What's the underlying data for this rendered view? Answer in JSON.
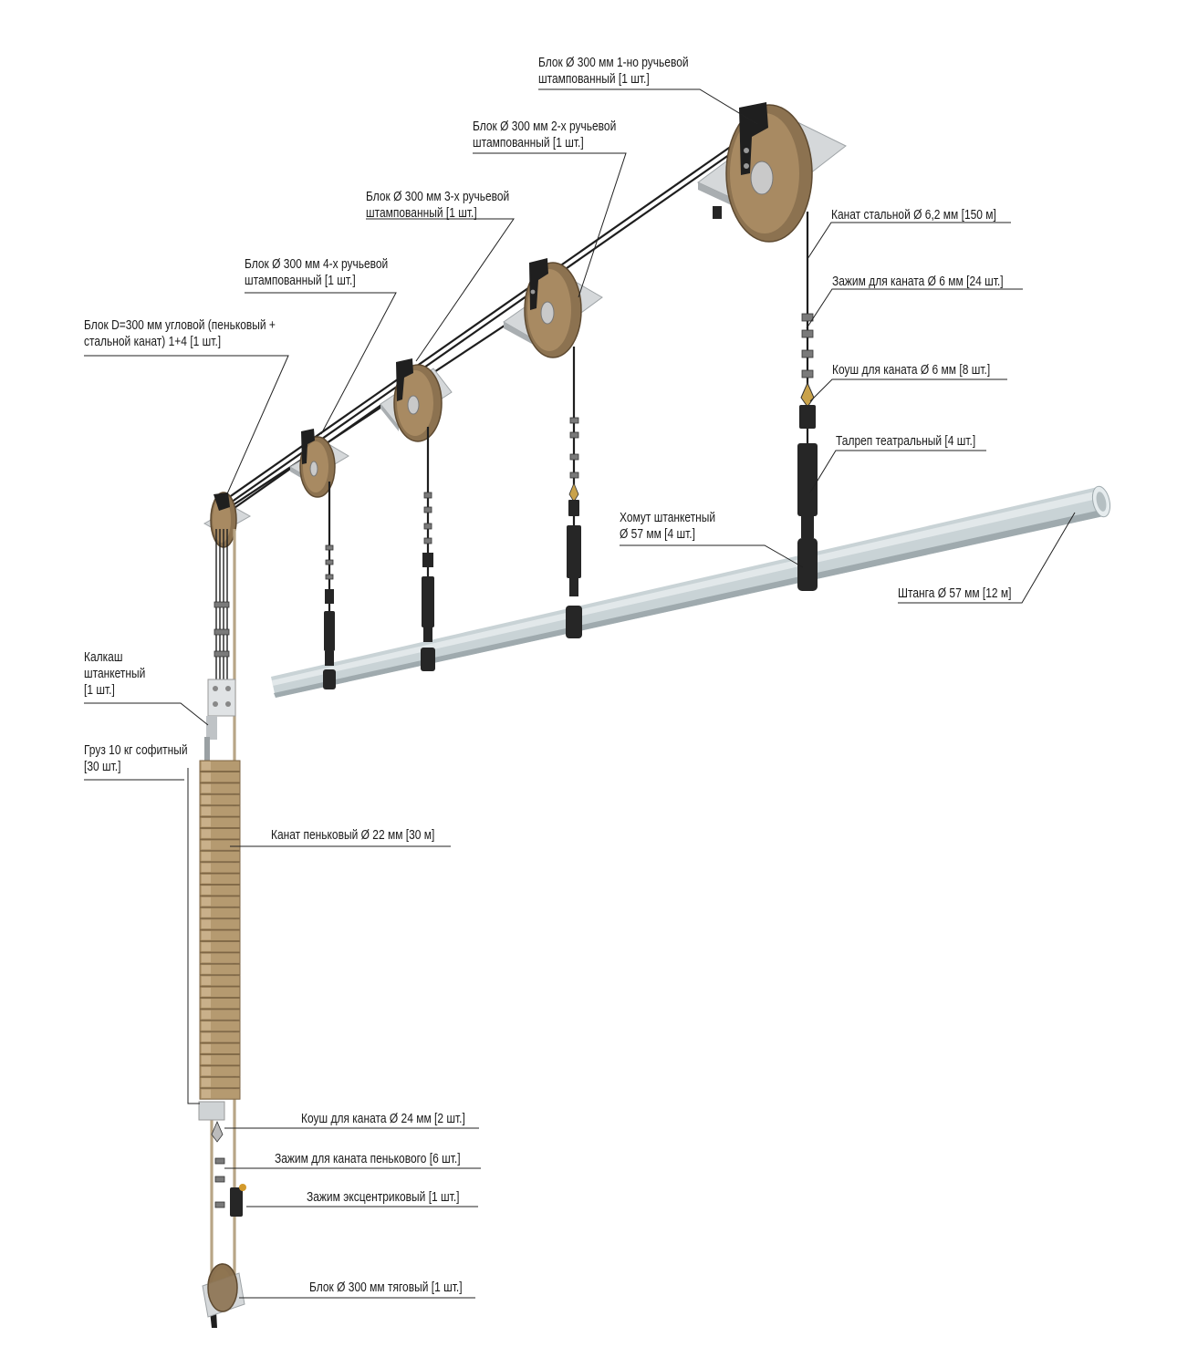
{
  "labels": {
    "block_1": [
      "Блок Ø 300 мм 1-но ручьевой",
      "штампованный [1 шт.]"
    ],
    "block_2": [
      "Блок Ø 300 мм 2-х ручьевой",
      "штампованный [1 шт.]"
    ],
    "block_3": [
      "Блок Ø 300 мм 3-х ручьевой",
      "штампованный [1 шт.]"
    ],
    "block_4": [
      "Блок Ø 300 мм 4-х ручьевой",
      "штампованный [1 шт.]"
    ],
    "corner_block": [
      "Блок D=300 мм угловой (пеньковый +",
      "стальной канат) 1+4 [1 шт.]"
    ],
    "steel_rope": [
      "Канат стальной Ø 6,2 мм [150 м]"
    ],
    "rope_clamp_6": [
      "Зажим для каната Ø 6 мм [24 шт.]"
    ],
    "thimble_6": [
      "Коуш для каната Ø 6 мм [8 шт.]"
    ],
    "turnbuckle": [
      "Талреп театральный [4 шт.]"
    ],
    "batten_clamp": [
      "Хомут штанкетный",
      "Ø 57 мм [4 шт.]"
    ],
    "batten_pipe": [
      "Штанга Ø 57 мм [12 м]"
    ],
    "arbor": [
      "Калкаш",
      "штанкетный",
      "[1 шт.]"
    ],
    "weight": [
      "Груз 10 кг софитный",
      "[30 шт.]"
    ],
    "hemp_rope": [
      "Канат пеньковый Ø 22 мм [30 м]"
    ],
    "thimble_24": [
      "Коуш для каната Ø 24 мм [2 шт.]"
    ],
    "hemp_clamp": [
      "Зажим для каната пенькового [6 шт.]"
    ],
    "cam_clamp": [
      "Зажим эксцентриковый [1 шт.]"
    ],
    "pull_block": [
      "Блок Ø 300 мм тяговый [1 шт.]"
    ]
  },
  "colors": {
    "sheave": "#8c7250",
    "plate": "#d5d8da",
    "steel_rope": "#1e1e1e",
    "hemp_rope": "#b8a586",
    "pipe": "#c9d3d6",
    "weight": "#b59a70"
  }
}
